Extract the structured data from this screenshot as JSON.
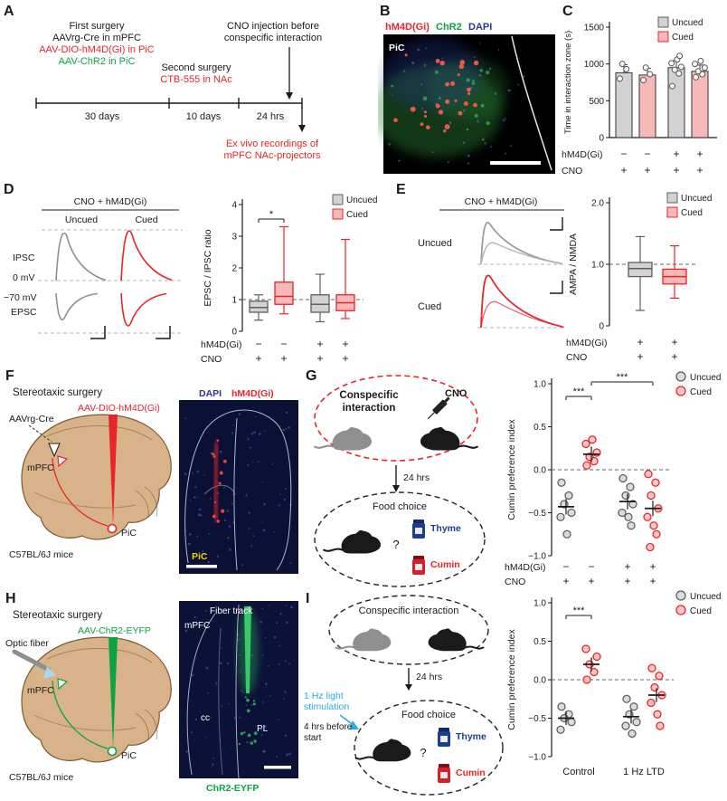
{
  "colors": {
    "red": "#e8252a",
    "green": "#0ca344",
    "dapi_blue": "#2b3990",
    "light_blue": "#29abe2",
    "thyme_blue": "#1b3e8f",
    "uncued_fill": "#d2d2d2",
    "uncued_stroke": "#5f5f5f",
    "cued_fill": "#f7b9b7",
    "cued_stroke": "#e8252a"
  },
  "panels": {
    "A": {
      "label": "A",
      "first_surgery": "First surgery",
      "aavrg": "AAVrg-Cre in mPFC",
      "aav_dio": "AAV-DIO-hM4D(Gi) in PiC",
      "aav_chr2": "AAV-ChR2 in PiC",
      "second_surgery": "Second surgery",
      "ctb": "CTB-555 in NAc",
      "cno_1": "CNO injection before",
      "cno_2": "conspecific interaction",
      "t30": "30 days",
      "t10": "10 days",
      "t24": "24 hrs",
      "exvivo_1": "Ex vivo recordings of",
      "exvivo_2": "mPFC NAc-projectors"
    },
    "B": {
      "label": "B",
      "marker_red": "hM4D(Gi)",
      "marker_green": "ChR2",
      "marker_blue": "DAPI",
      "region": "PiC"
    },
    "C": {
      "label": "C"
    },
    "D": {
      "label": "D",
      "header": "CNO + hM4D(Gi)",
      "uncued": "Uncued",
      "cued": "Cued",
      "ipsc": "IPSC",
      "v0": "0 mV",
      "v70": "−70 mV",
      "epsc": "EPSC"
    },
    "E": {
      "label": "E",
      "header": "CNO + hM4D(Gi)",
      "uncued": "Uncued",
      "cued": "Cued"
    },
    "F": {
      "label": "F",
      "title": "Stereotaxic surgery",
      "aavrg": "AAVrg-Cre",
      "aav_dio": "AAV-DIO-hM4D(Gi)",
      "mpfc": "mPFC",
      "pic": "PiC",
      "mice": "C57BL/6J mice",
      "img_blue": "DAPI",
      "img_red": "hM4D(Gi)",
      "img_region": "PiC"
    },
    "G": {
      "label": "G",
      "inter1": "Conspecific",
      "inter2": "interaction",
      "cno": "CNO",
      "hrs": "24 hrs",
      "food": "Food choice",
      "thyme": "Thyme",
      "q": "?",
      "cumin": "Cumin"
    },
    "H": {
      "label": "H",
      "title": "Stereotaxic surgery",
      "fiber": "Optic fiber",
      "aav": "AAV-ChR2-EYFP",
      "mpfc": "mPFC",
      "pic": "PiC",
      "mice": "C57BL/6J mice",
      "img_title": "Fiber track",
      "img_mpfc": "mPFC",
      "img_cc": "cc",
      "img_pl": "PL",
      "img_label": "ChR2-EYFP"
    },
    "I": {
      "label": "I",
      "inter": "Conspecific interaction",
      "hrs": "24 hrs",
      "stim1": "1 Hz light",
      "stim2": "stimulation",
      "before1": "4 hrs before",
      "before2": "start",
      "food": "Food choice",
      "thyme": "Thyme",
      "q": "?",
      "cumin": "Cumin"
    }
  },
  "chart_data": [
    {
      "id": "chart-c",
      "type": "bar",
      "ylabel": "Time in interaction zone (s)",
      "ylim": [
        0,
        1500
      ],
      "yticks": [
        {
          "v": 0,
          "label": "0"
        },
        {
          "v": 500,
          "label": "500"
        },
        {
          "v": 1000,
          "label": "1000"
        },
        {
          "v": 1500,
          "label": "1500"
        }
      ],
      "legend": [
        {
          "key": "uncued",
          "label": "Uncued"
        },
        {
          "key": "cued",
          "label": "Cued"
        }
      ],
      "series": [
        {
          "key": "uncued",
          "value": 880,
          "err": 110,
          "points": [
            800,
            930,
            1000
          ]
        },
        {
          "key": "cued",
          "value": 850,
          "err": 90,
          "points": [
            780,
            860,
            950
          ]
        },
        {
          "key": "uncued",
          "value": 950,
          "err": 95,
          "points": [
            700,
            870,
            920,
            960,
            1010,
            1060,
            1110
          ]
        },
        {
          "key": "cued",
          "value": 900,
          "err": 85,
          "points": [
            820,
            860,
            900,
            950,
            1000,
            1040
          ]
        }
      ],
      "factor_rows": [
        {
          "label": "hM4D(Gi)",
          "symbols": [
            "−",
            "−",
            "+",
            "+"
          ]
        },
        {
          "label": "CNO",
          "symbols": [
            "+",
            "+",
            "+",
            "+"
          ]
        }
      ]
    },
    {
      "id": "chart-d",
      "type": "box",
      "ylabel": "EPSC / IPSC ratio",
      "ylim": [
        0,
        4
      ],
      "yticks": [
        {
          "v": 0,
          "label": "0"
        },
        {
          "v": 1,
          "label": "1"
        },
        {
          "v": 2,
          "label": "2"
        },
        {
          "v": 3,
          "label": "3"
        },
        {
          "v": 4,
          "label": "4"
        }
      ],
      "ref_line": 1,
      "legend": [
        {
          "key": "uncued",
          "label": "Uncued"
        },
        {
          "key": "cued",
          "label": "Cued"
        }
      ],
      "series": [
        {
          "key": "uncued",
          "lo": 0.35,
          "q1": 0.6,
          "med": 0.75,
          "q3": 0.95,
          "hi": 1.15
        },
        {
          "key": "cued",
          "lo": 0.55,
          "q1": 0.85,
          "med": 1.1,
          "q3": 1.55,
          "hi": 3.3
        },
        {
          "key": "uncued",
          "lo": 0.3,
          "q1": 0.6,
          "med": 0.85,
          "q3": 1.15,
          "hi": 1.8
        },
        {
          "key": "cued",
          "lo": 0.4,
          "q1": 0.65,
          "med": 0.9,
          "q3": 1.15,
          "hi": 2.9
        }
      ],
      "sig": [
        {
          "a": 0,
          "b": 1,
          "label": "*"
        }
      ],
      "factor_rows": [
        {
          "label": "hM4D(Gi)",
          "symbols": [
            "−",
            "−",
            "+",
            "+"
          ]
        },
        {
          "label": "CNO",
          "symbols": [
            "+",
            "+",
            "+",
            "+"
          ]
        }
      ]
    },
    {
      "id": "chart-e",
      "type": "box",
      "ylabel": "AMPA / NMDA",
      "ylim": [
        0,
        2
      ],
      "yticks": [
        {
          "v": 0,
          "label": "0"
        },
        {
          "v": 1,
          "label": "1.0"
        },
        {
          "v": 2,
          "label": "2.0"
        }
      ],
      "ref_line": 1,
      "legend": [
        {
          "key": "uncued",
          "label": "Uncued"
        },
        {
          "key": "cued",
          "label": "Cued"
        }
      ],
      "series": [
        {
          "key": "uncued",
          "lo": 0.25,
          "q1": 0.8,
          "med": 0.93,
          "q3": 1.03,
          "hi": 1.45
        },
        {
          "key": "cued",
          "lo": 0.45,
          "q1": 0.68,
          "med": 0.8,
          "q3": 0.92,
          "hi": 1.3
        }
      ],
      "factor_rows": [
        {
          "label": "hM4D(Gi)",
          "symbols": [
            "+",
            "+"
          ]
        },
        {
          "label": "CNO",
          "symbols": [
            "+",
            "+"
          ]
        }
      ]
    },
    {
      "id": "chart-g",
      "type": "scatter",
      "ylabel": "Cumin preference index",
      "ylim": [
        -1,
        1
      ],
      "yticks": [
        {
          "v": 1,
          "label": "1.0"
        },
        {
          "v": 0.5,
          "label": "0.5"
        },
        {
          "v": 0,
          "label": "0.0"
        },
        {
          "v": -0.5,
          "label": "−0.5"
        },
        {
          "v": -1,
          "label": "−1.0"
        }
      ],
      "ref_line": 0,
      "legend": [
        {
          "key": "uncued",
          "label": "Uncued"
        },
        {
          "key": "cued",
          "label": "Cued"
        }
      ],
      "series": [
        {
          "key": "uncued",
          "mean": -0.43,
          "points": [
            -0.15,
            -0.3,
            -0.4,
            -0.5,
            -0.55,
            -0.75
          ]
        },
        {
          "key": "cued",
          "mean": 0.18,
          "points": [
            0.05,
            0.1,
            0.15,
            0.2,
            0.3,
            0.35
          ]
        },
        {
          "key": "uncued",
          "mean": -0.37,
          "points": [
            -0.1,
            -0.2,
            -0.3,
            -0.4,
            -0.5,
            -0.55,
            -0.65
          ]
        },
        {
          "key": "cued",
          "mean": -0.45,
          "points": [
            -0.05,
            -0.15,
            -0.3,
            -0.45,
            -0.55,
            -0.65,
            -0.75,
            -0.9
          ]
        }
      ],
      "sig": [
        {
          "a": 0,
          "b": 1,
          "label": "***"
        },
        {
          "a": 1,
          "b": 3,
          "label": "***"
        }
      ],
      "factor_rows": [
        {
          "label": "hM4D(Gi)",
          "symbols": [
            "−",
            "−",
            "+",
            "+"
          ]
        },
        {
          "label": "CNO",
          "symbols": [
            "+",
            "+",
            "+",
            "+"
          ]
        }
      ]
    },
    {
      "id": "chart-i",
      "type": "scatter",
      "ylabel": "Cumin preference index",
      "ylim": [
        -1,
        1
      ],
      "yticks": [
        {
          "v": 1,
          "label": "1.0"
        },
        {
          "v": 0.5,
          "label": "0.5"
        },
        {
          "v": 0,
          "label": "0.0"
        },
        {
          "v": -0.5,
          "label": "−0.5"
        },
        {
          "v": -1,
          "label": "−1.0"
        }
      ],
      "ref_line": 0,
      "legend": [
        {
          "key": "uncued",
          "label": "Uncued"
        },
        {
          "key": "cued",
          "label": "Cued"
        }
      ],
      "series": [
        {
          "key": "uncued",
          "mean": -0.5,
          "points": [
            -0.35,
            -0.45,
            -0.5,
            -0.55,
            -0.65
          ]
        },
        {
          "key": "cued",
          "mean": 0.2,
          "points": [
            0,
            0.1,
            0.2,
            0.3,
            0.4
          ]
        },
        {
          "key": "uncued",
          "mean": -0.48,
          "points": [
            -0.25,
            -0.35,
            -0.45,
            -0.55,
            -0.6,
            -0.7
          ]
        },
        {
          "key": "cued",
          "mean": -0.2,
          "points": [
            0.15,
            0.05,
            -0.1,
            -0.2,
            -0.3,
            -0.45,
            -0.6
          ]
        }
      ],
      "sig": [
        {
          "a": 0,
          "b": 1,
          "label": "***"
        }
      ],
      "group_labels": [
        {
          "label": "Control",
          "color": "#1a1a1a",
          "span": [
            0,
            1
          ]
        },
        {
          "label": "1 Hz LTD",
          "color": "#29abe2",
          "span": [
            2,
            3
          ]
        }
      ]
    }
  ]
}
